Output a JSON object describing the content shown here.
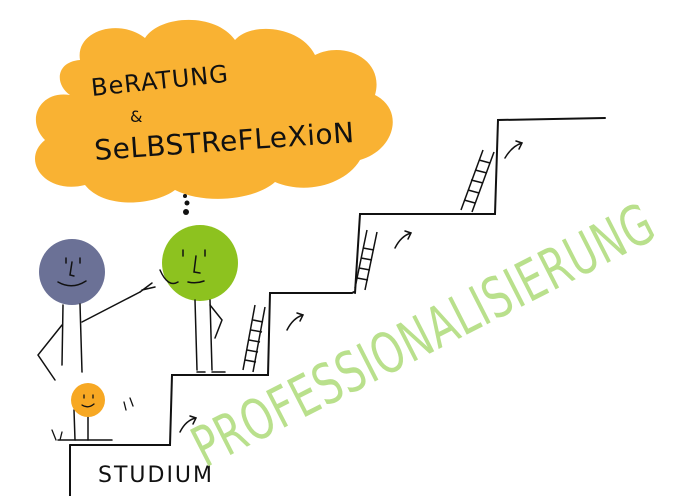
{
  "thought_bubble": {
    "line1": "BeRATUNG",
    "ampersand": "&",
    "line2": "SeLBSTReFLeXioN"
  },
  "base_label": "STUDIUM",
  "diagonal_word": "PROFESSIONALISIERUNG",
  "colors": {
    "cloud": "#F9B233",
    "figure_blue": "#6B7196",
    "figure_green": "#8DC21F",
    "figure_orange": "#F7A823",
    "diagonal_text": "#B9E08C",
    "ink": "#111111"
  }
}
